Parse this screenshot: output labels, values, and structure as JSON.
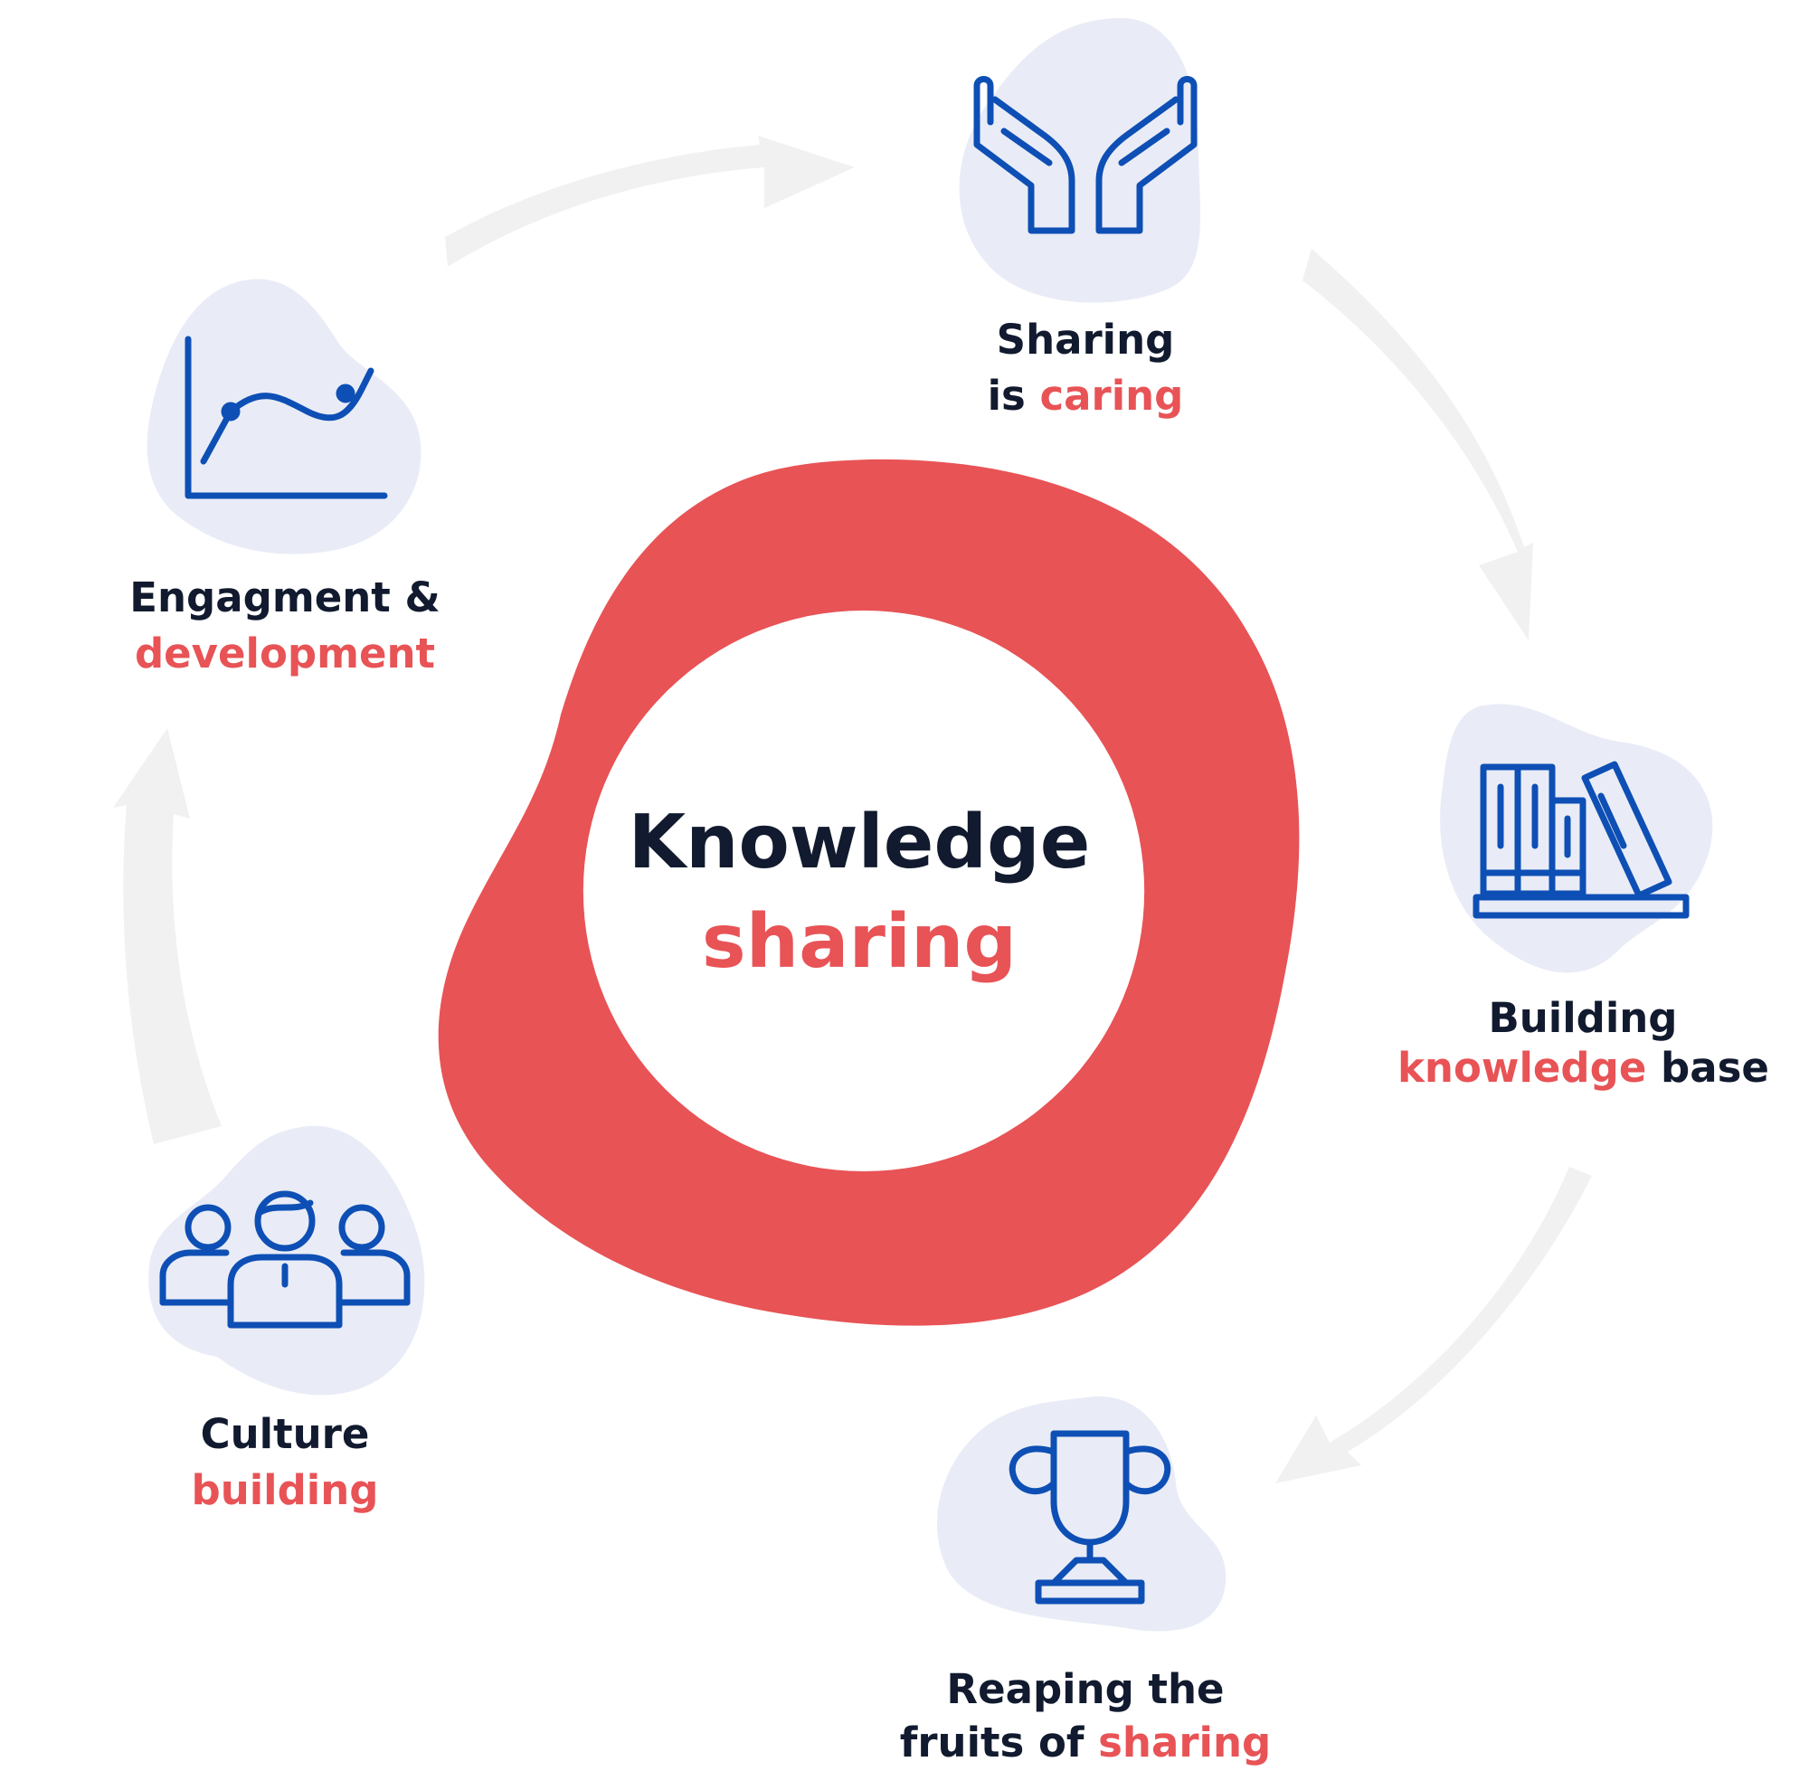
{
  "center": {
    "line1": "Knowledge",
    "line2": "sharing"
  },
  "nodes": {
    "sharing": {
      "line1": "Sharing",
      "line2_prefix": "is ",
      "line2_highlight": "caring",
      "icon": "hands-icon"
    },
    "knowledge_base": {
      "line1": "Building",
      "line2_highlight": "knowledge",
      "line2_suffix": " base",
      "icon": "books-icon"
    },
    "reaping": {
      "line1": "Reaping the",
      "line2_prefix": "fruits of ",
      "line2_highlight": "sharing",
      "icon": "trophy-icon"
    },
    "culture": {
      "line1": "Culture",
      "line2_highlight": "building",
      "icon": "team-icon"
    },
    "engagement": {
      "line1": "Engagment &",
      "line2_highlight": "development",
      "icon": "growth-chart-icon"
    }
  },
  "colors": {
    "accent_red": "#e85356",
    "icon_blue": "#0e4fb5",
    "text_dark": "#111a2e",
    "blob_bg": "#e9ecf6",
    "arrow_gray": "#f1f1f1"
  }
}
